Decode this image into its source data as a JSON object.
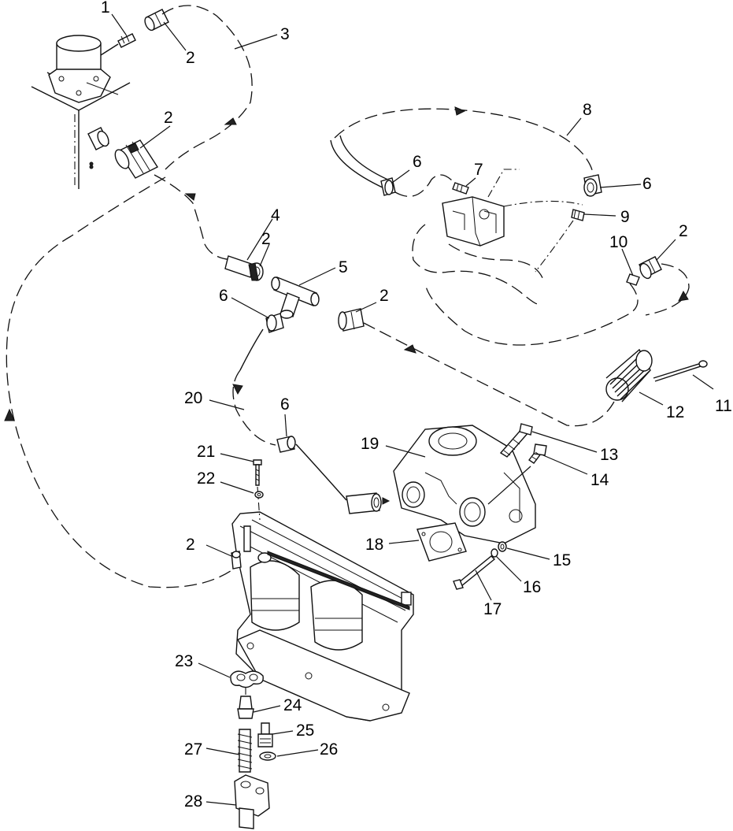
{
  "callouts": [
    {
      "id": "c1",
      "text": "1"
    },
    {
      "id": "c2a",
      "text": "2"
    },
    {
      "id": "c3",
      "text": "3"
    },
    {
      "id": "c2b",
      "text": "2"
    },
    {
      "id": "c8",
      "text": "8"
    },
    {
      "id": "c6a",
      "text": "6"
    },
    {
      "id": "c7",
      "text": "7"
    },
    {
      "id": "c6b",
      "text": "6"
    },
    {
      "id": "c9",
      "text": "9"
    },
    {
      "id": "c4",
      "text": "4"
    },
    {
      "id": "c2c",
      "text": "2"
    },
    {
      "id": "c10",
      "text": "10"
    },
    {
      "id": "c2d",
      "text": "2"
    },
    {
      "id": "c5",
      "text": "5"
    },
    {
      "id": "c6c",
      "text": "6"
    },
    {
      "id": "c2e",
      "text": "2"
    },
    {
      "id": "c11",
      "text": "11"
    },
    {
      "id": "c12",
      "text": "12"
    },
    {
      "id": "c20",
      "text": "20"
    },
    {
      "id": "c6d",
      "text": "6"
    },
    {
      "id": "c19",
      "text": "19"
    },
    {
      "id": "c13",
      "text": "13"
    },
    {
      "id": "c21",
      "text": "21"
    },
    {
      "id": "c14",
      "text": "14"
    },
    {
      "id": "c22",
      "text": "22"
    },
    {
      "id": "c2f",
      "text": "2"
    },
    {
      "id": "c18",
      "text": "18"
    },
    {
      "id": "c15",
      "text": "15"
    },
    {
      "id": "c16",
      "text": "16"
    },
    {
      "id": "c17",
      "text": "17"
    },
    {
      "id": "c23",
      "text": "23"
    },
    {
      "id": "c24",
      "text": "24"
    },
    {
      "id": "c25",
      "text": "25"
    },
    {
      "id": "c27",
      "text": "27"
    },
    {
      "id": "c26",
      "text": "26"
    },
    {
      "id": "c28",
      "text": "28"
    }
  ]
}
